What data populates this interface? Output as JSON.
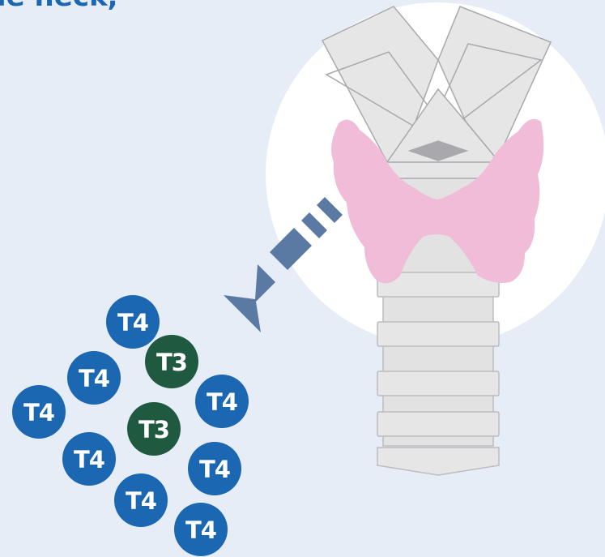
{
  "heading": "le neck,",
  "colors": {
    "background": "#e7edf7",
    "heading": "#1b67b2",
    "t4_badge": "#1b67b2",
    "t3_badge": "#1f5a40",
    "thyroid": "#f1bcd8",
    "cartilage": "#e6e6e7",
    "arrow": "#5b7aa3"
  },
  "hormones": {
    "t4": "T4",
    "t3": "T3"
  }
}
